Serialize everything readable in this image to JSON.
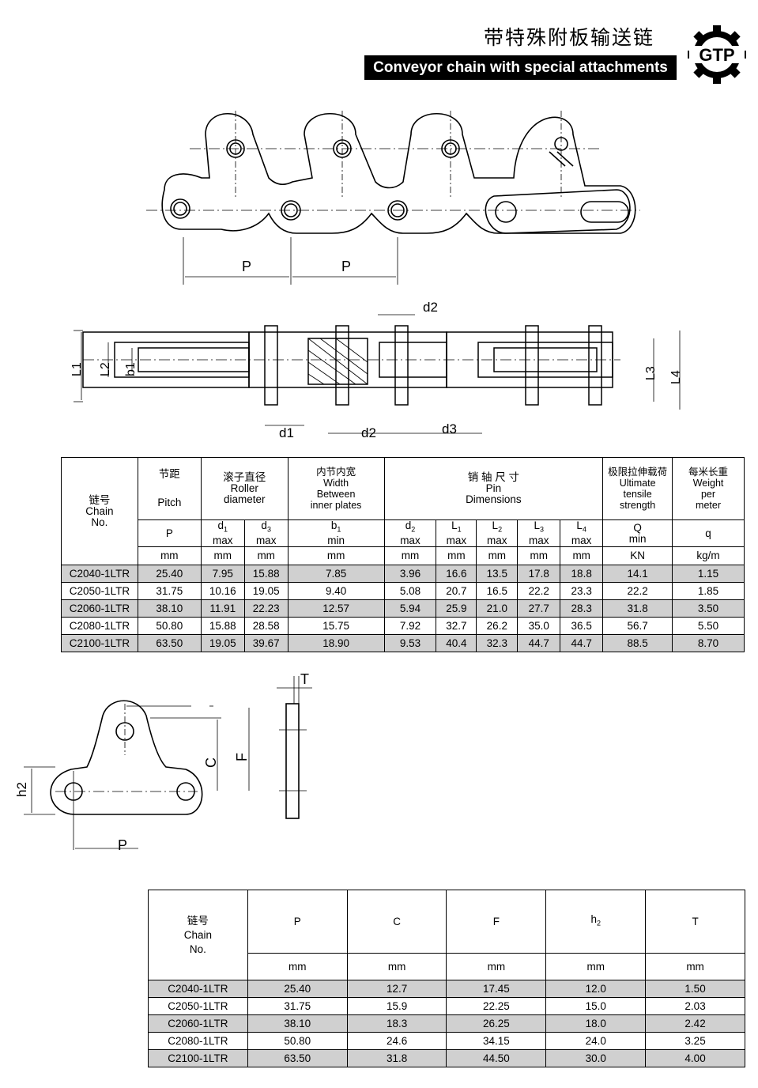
{
  "header": {
    "title_cn": "带特殊附板输送链",
    "title_en": "Conveyor chain with special attachments",
    "logo_text": "GTP"
  },
  "diagram_labels": {
    "pitch": "P",
    "d2": "d2",
    "d1": "d1",
    "d3": "d3",
    "L1": "L1",
    "L2": "L2",
    "L3": "L3",
    "L4": "L4",
    "b1": "b1",
    "T": "T",
    "C": "C",
    "F": "F",
    "h2": "h2"
  },
  "table1": {
    "col_chain": [
      "链号",
      "Chain",
      "No."
    ],
    "col_pitch": [
      "节距",
      "Pitch"
    ],
    "col_roller": [
      "滚子直径",
      "Roller",
      "diameter"
    ],
    "col_width": [
      "内节内宽",
      "Width",
      "Between",
      "inner plates"
    ],
    "col_pin": [
      "销 轴 尺 寸",
      "Pin",
      "Dimensions"
    ],
    "col_strength": [
      "极限拉伸载荷",
      "Ultimate",
      "tensile",
      "strength"
    ],
    "col_weight": [
      "每米长重",
      "Weight",
      "per",
      "meter"
    ],
    "sym_row": [
      {
        "sym": "P",
        "sub": "",
        "q": ""
      },
      {
        "sym": "d",
        "sub": "1",
        "q": "max"
      },
      {
        "sym": "d",
        "sub": "3",
        "q": "max"
      },
      {
        "sym": "b",
        "sub": "1",
        "q": "min"
      },
      {
        "sym": "d",
        "sub": "2",
        "q": "max"
      },
      {
        "sym": "L",
        "sub": "1",
        "q": "max"
      },
      {
        "sym": "L",
        "sub": "2",
        "q": "max"
      },
      {
        "sym": "L",
        "sub": "3",
        "q": "max"
      },
      {
        "sym": "L",
        "sub": "4",
        "q": "max"
      },
      {
        "sym": "Q",
        "sub": "",
        "q": "min"
      },
      {
        "sym": "q",
        "sub": "",
        "q": ""
      }
    ],
    "units": [
      "mm",
      "mm",
      "mm",
      "mm",
      "mm",
      "mm",
      "mm",
      "mm",
      "mm",
      "KN",
      "kg/m"
    ],
    "rows": [
      [
        "C2040-1LTR",
        "25.40",
        "7.95",
        "15.88",
        "7.85",
        "3.96",
        "16.6",
        "13.5",
        "17.8",
        "18.8",
        "14.1",
        "1.15"
      ],
      [
        "C2050-1LTR",
        "31.75",
        "10.16",
        "19.05",
        "9.40",
        "5.08",
        "20.7",
        "16.5",
        "22.2",
        "23.3",
        "22.2",
        "1.85"
      ],
      [
        "C2060-1LTR",
        "38.10",
        "11.91",
        "22.23",
        "12.57",
        "5.94",
        "25.9",
        "21.0",
        "27.7",
        "28.3",
        "31.8",
        "3.50"
      ],
      [
        "C2080-1LTR",
        "50.80",
        "15.88",
        "28.58",
        "15.75",
        "7.92",
        "32.7",
        "26.2",
        "35.0",
        "36.5",
        "56.7",
        "5.50"
      ],
      [
        "C2100-1LTR",
        "63.50",
        "19.05",
        "39.67",
        "18.90",
        "9.53",
        "40.4",
        "32.3",
        "44.7",
        "44.7",
        "88.5",
        "8.70"
      ]
    ]
  },
  "table2": {
    "col_chain": [
      "链号",
      "Chain",
      "No."
    ],
    "headers": [
      "P",
      "C",
      "F",
      "h2",
      "T"
    ],
    "h2_sym": "h",
    "h2_sub": "2",
    "units": [
      "mm",
      "mm",
      "mm",
      "mm",
      "mm"
    ],
    "rows": [
      [
        "C2040-1LTR",
        "25.40",
        "12.7",
        "17.45",
        "12.0",
        "1.50"
      ],
      [
        "C2050-1LTR",
        "31.75",
        "15.9",
        "22.25",
        "15.0",
        "2.03"
      ],
      [
        "C2060-1LTR",
        "38.10",
        "18.3",
        "26.25",
        "18.0",
        "2.42"
      ],
      [
        "C2080-1LTR",
        "50.80",
        "24.6",
        "34.15",
        "24.0",
        "3.25"
      ],
      [
        "C2100-1LTR",
        "63.50",
        "31.8",
        "44.50",
        "30.0",
        "4.00"
      ]
    ]
  }
}
